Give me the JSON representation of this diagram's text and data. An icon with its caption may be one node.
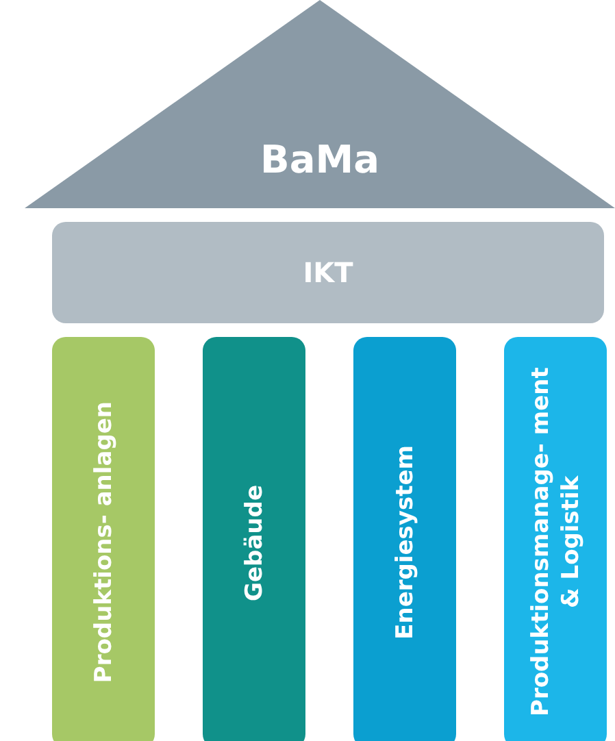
{
  "diagram": {
    "nodes": [
      {
        "text": [
          "BaMa"
        ]
      },
      {
        "text": [
          "IKT"
        ]
      },
      {
        "text": [
          "Produktions- anlagen"
        ]
      },
      {
        "text": [
          "Gebäude"
        ]
      },
      {
        "text": [
          "Energiesystem"
        ]
      },
      {
        "text": [
          "Produktionsmanage- ment & Logistik"
        ]
      }
    ]
  }
}
